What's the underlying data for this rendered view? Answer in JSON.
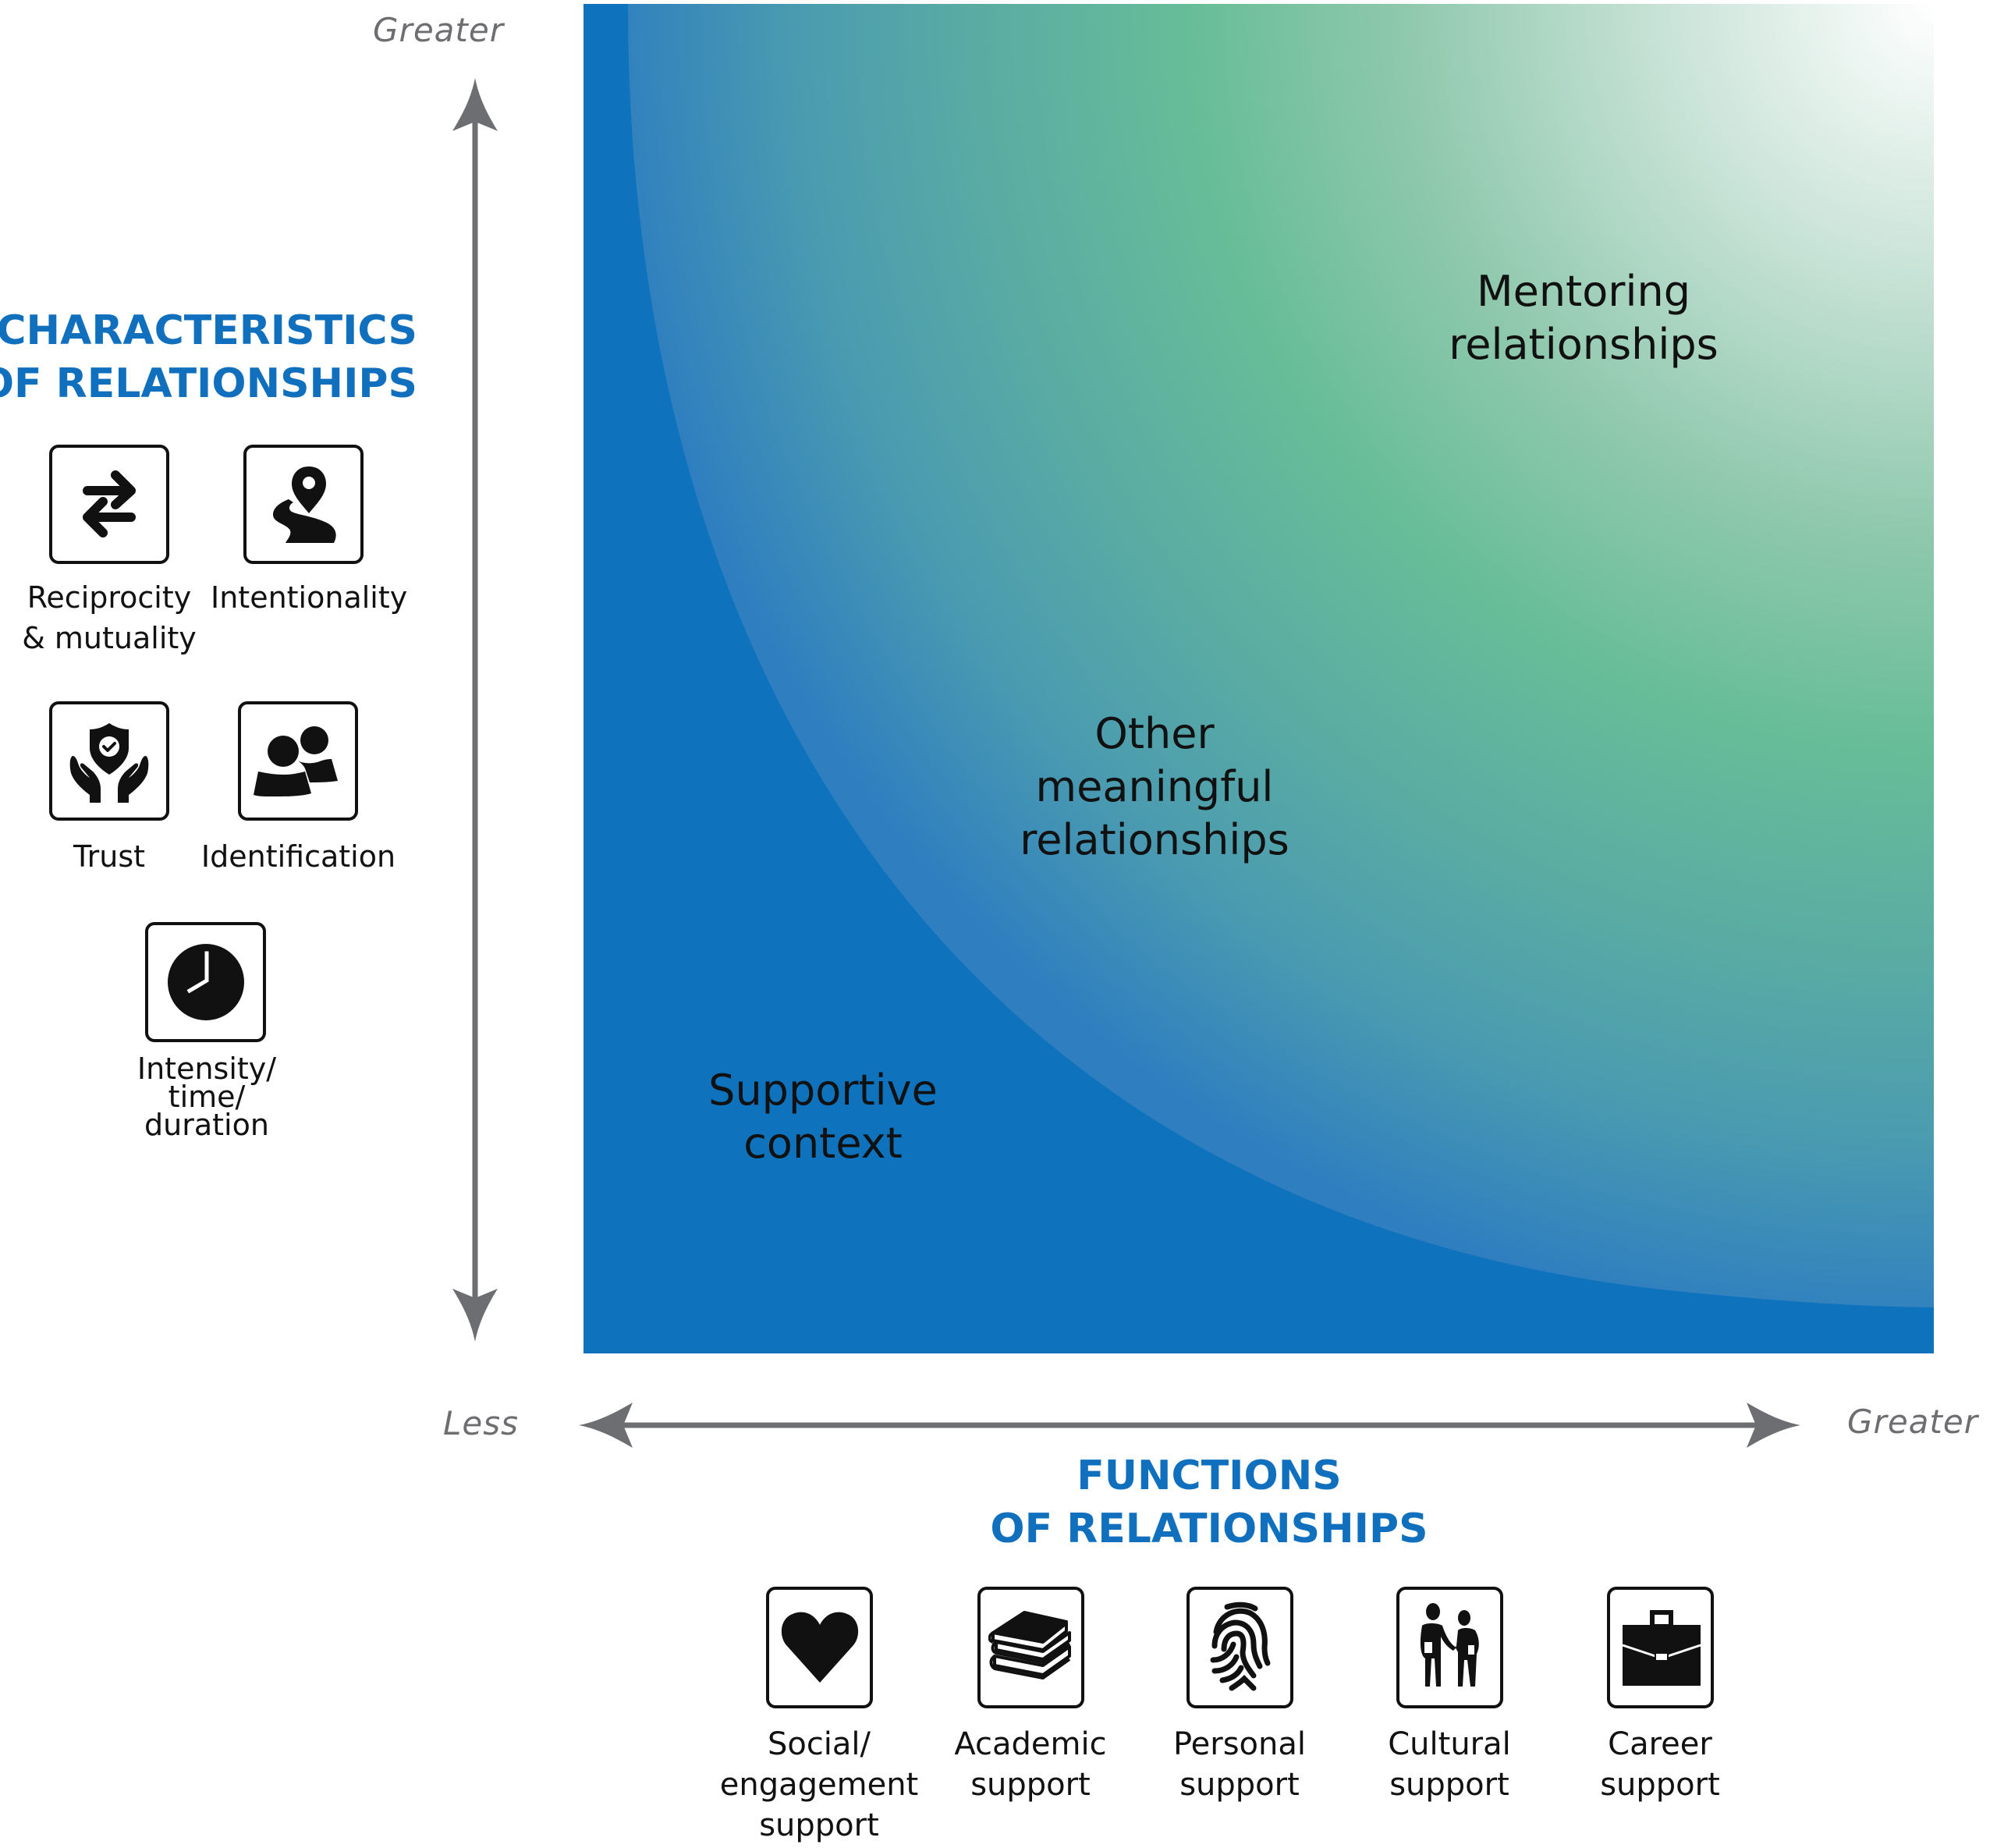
{
  "y_axis": {
    "title": "CHARACTERISTICS\nOF RELATIONSHIPS",
    "title_line1": "CHARACTERISTICS",
    "title_line2": "OF RELATIONSHIPS",
    "high_label": "Greater",
    "direction": "vertical"
  },
  "x_axis": {
    "title_line1": "FUNCTIONS",
    "title_line2": "OF RELATIONSHIPS",
    "low_label": "Less",
    "high_label": "Greater",
    "direction": "horizontal"
  },
  "characteristics": [
    {
      "label": "Reciprocity\n& mutuality",
      "icon": "exchange-arrows-icon"
    },
    {
      "label": "Intentionality",
      "icon": "path-location-pin-icon"
    },
    {
      "label": "Trust",
      "icon": "hands-shield-check-icon"
    },
    {
      "label": "Identification",
      "icon": "two-people-icon"
    },
    {
      "label": "Intensity/\ntime/\nduration",
      "icon": "clock-icon"
    }
  ],
  "functions": [
    {
      "label": "Social/\nengagement\nsupport",
      "icon": "heart-icon"
    },
    {
      "label": "Academic\nsupport",
      "icon": "books-icon"
    },
    {
      "label": "Personal\nsupport",
      "icon": "fingerprint-icon"
    },
    {
      "label": "Cultural\nsupport",
      "icon": "two-people-handshake-icon"
    },
    {
      "label": "Career\nsupport",
      "icon": "briefcase-icon"
    }
  ],
  "regions": [
    {
      "label": "Supportive\ncontext",
      "level": "low"
    },
    {
      "label": "Other\nmeaningful\nrelationships",
      "level": "medium"
    },
    {
      "label": "Mentoring\nrelationships",
      "level": "high"
    }
  ],
  "colors": {
    "heading_blue": "#1170bd",
    "outer_blue": "#0f72bd",
    "axis_gray": "#6d6e71",
    "gradient_edge": "#2f7fc0",
    "gradient_mid": "#55aaa5",
    "gradient_green": "#67bd98",
    "gradient_corner": "#ffffff"
  }
}
